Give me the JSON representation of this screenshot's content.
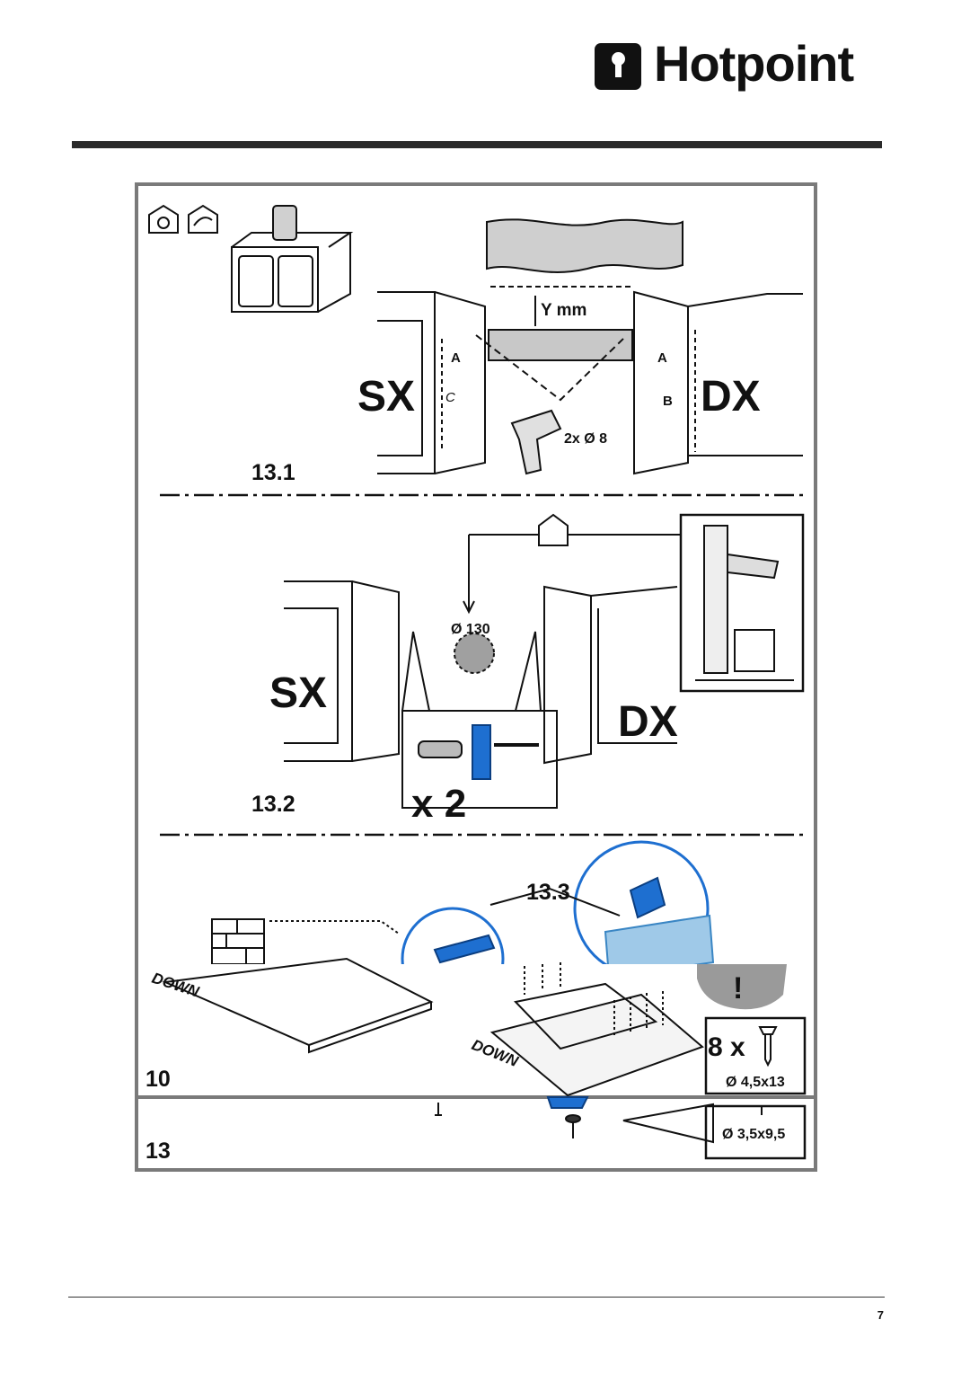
{
  "brand": {
    "name": "Hotpoint",
    "logo_icon": "hotpoint-mark-icon"
  },
  "figure_13_1": {
    "step": "13.1",
    "left_label": "SX",
    "right_label": "DX",
    "gap_label": "Y mm",
    "drill_label": "2x Ø 8",
    "side_letters": [
      "A",
      "C",
      "A",
      "B"
    ]
  },
  "figure_13_2": {
    "step": "13.2",
    "left_label": "SX",
    "right_label": "DX",
    "hole_label": "Ø 130",
    "quantity_label": "x 2"
  },
  "figure_13_3": {
    "step": "13.3",
    "down_label_1": "DOWN",
    "down_label_2": "DOWN",
    "step_10": "10",
    "step_13": "13",
    "screw_count_label": "8 x",
    "screw_size_1": "Ø 4,5x13",
    "screw_size_2": "Ø 3,5x9,5",
    "warning_mark": "!"
  },
  "footer": {
    "page_number": "7"
  },
  "colors": {
    "accent_blue": "#1e6fd0",
    "light_blue": "#9fc9e8",
    "grey_fill": "#c8c8c8"
  }
}
